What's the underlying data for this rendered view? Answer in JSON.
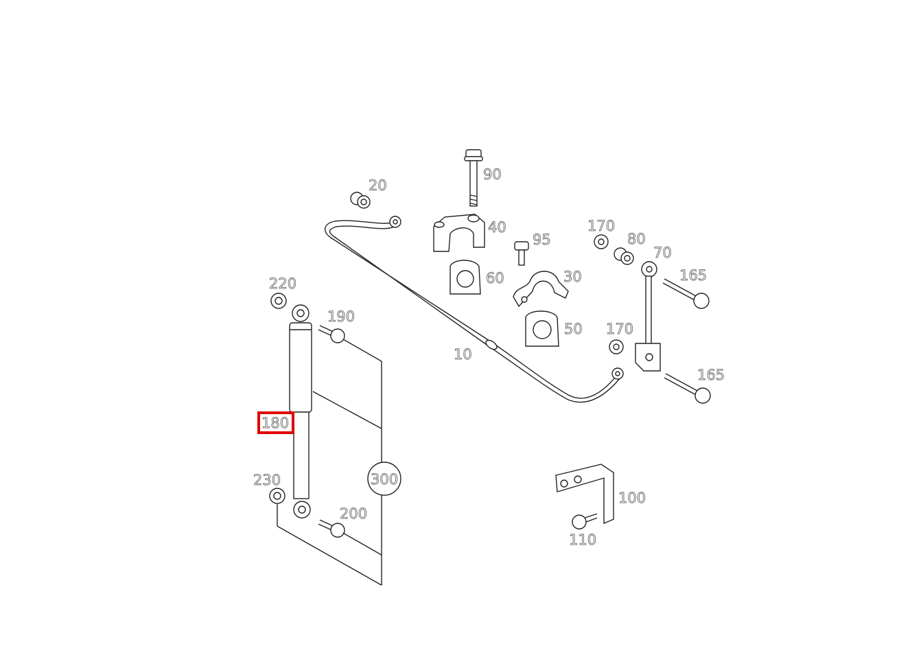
{
  "diagram": {
    "callouts": {
      "p10": "10",
      "p20": "20",
      "p30": "30",
      "p40": "40",
      "p50": "50",
      "p60": "60",
      "p70": "70",
      "p80": "80",
      "p90": "90",
      "p95": "95",
      "p100": "100",
      "p110": "110",
      "p165a": "165",
      "p165b": "165",
      "p170a": "170",
      "p170b": "170",
      "p180": "180",
      "p190": "190",
      "p200": "200",
      "p220": "220",
      "p230": "230",
      "p300": "300"
    },
    "highlighted_callout": "180",
    "highlight_color": "#e00000"
  }
}
